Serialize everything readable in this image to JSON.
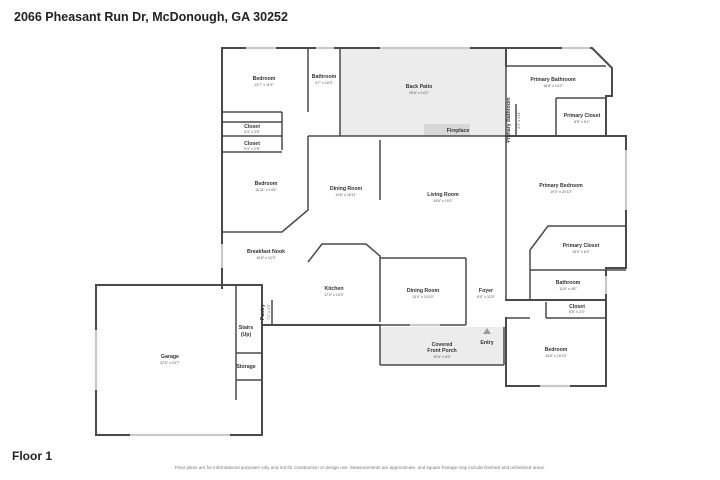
{
  "header": {
    "address": "2066 Pheasant Run Dr, McDonough, GA 30252"
  },
  "footer": {
    "floor_label": "Floor 1",
    "disclaimer": "Floor plans are for informational purposes only and not for construction or design use. Measurements are approximate, and square footage may include finished and unfinished areas."
  },
  "rooms": {
    "bedroom_nw": {
      "name": "Bedroom",
      "dims": "13'7\" x 11'9\""
    },
    "bathroom_n": {
      "name": "Bathroom",
      "dims": "4'7\" x 10'3\""
    },
    "back_patio": {
      "name": "Back Patio",
      "dims": "28'6\" x 14'2\""
    },
    "primary_bathroom": {
      "name": "Primary Bathroom",
      "dims": "16'5\" x 14'2\""
    },
    "primary_closet_top": {
      "name": "Primary Closet",
      "dims": "8'5\" x 6'1\""
    },
    "primary_bathroom_small": {
      "name": "Primary Bathroom",
      "dims": "2'1\" x 4'11\""
    },
    "fireplace": {
      "name": "Fireplace"
    },
    "closet_1": {
      "name": "Closet",
      "dims": "9'3\" x 2'8\""
    },
    "closet_2": {
      "name": "Closet",
      "dims": "9'3\" x 2'5\""
    },
    "bedroom_w": {
      "name": "Bedroom",
      "dims": "10'11\" x 14'5\""
    },
    "dining_room_n": {
      "name": "Dining Room",
      "dims": "11'6\" x 18'11\""
    },
    "living_room": {
      "name": "Living Room",
      "dims": "19'6\" x 19'1\""
    },
    "primary_bedroom": {
      "name": "Primary Bedroom",
      "dims": "19'0\" x 20'10\""
    },
    "primary_closet_mid": {
      "name": "Primary Closet",
      "dims": "15'0\" x 6'0\""
    },
    "breakfast_nook": {
      "name": "Breakfast Nook",
      "dims": "15'8\" x 12'9\""
    },
    "kitchen": {
      "name": "Kitchen",
      "dims": "17'0\" x 13'0\""
    },
    "dining_room_s": {
      "name": "Dining Room",
      "dims": "13'4\" x 10'10\""
    },
    "foyer": {
      "name": "Foyer",
      "dims": "6'0\" x 11'5\""
    },
    "bathroom_e": {
      "name": "Bathroom",
      "dims": "11'8\" x 4'8\""
    },
    "closet_e": {
      "name": "Closet",
      "dims": "6'8\" x 2'3\""
    },
    "pantry": {
      "name": "Pantry",
      "dims": "7'1\" x 4'3\""
    },
    "stairs": {
      "name": "Stairs",
      "sub": "(Up)"
    },
    "storage": {
      "name": "Storage"
    },
    "garage": {
      "name": "Garage",
      "dims": "22'0\" x 23'7\""
    },
    "covered_porch": {
      "name": "Covered",
      "name2": "Front Porch",
      "dims": "19'5\" x 6'2\""
    },
    "entry": {
      "name": "Entry"
    },
    "bedroom_se": {
      "name": "Bedroom",
      "dims": "15'6\" x 10'10\""
    }
  }
}
